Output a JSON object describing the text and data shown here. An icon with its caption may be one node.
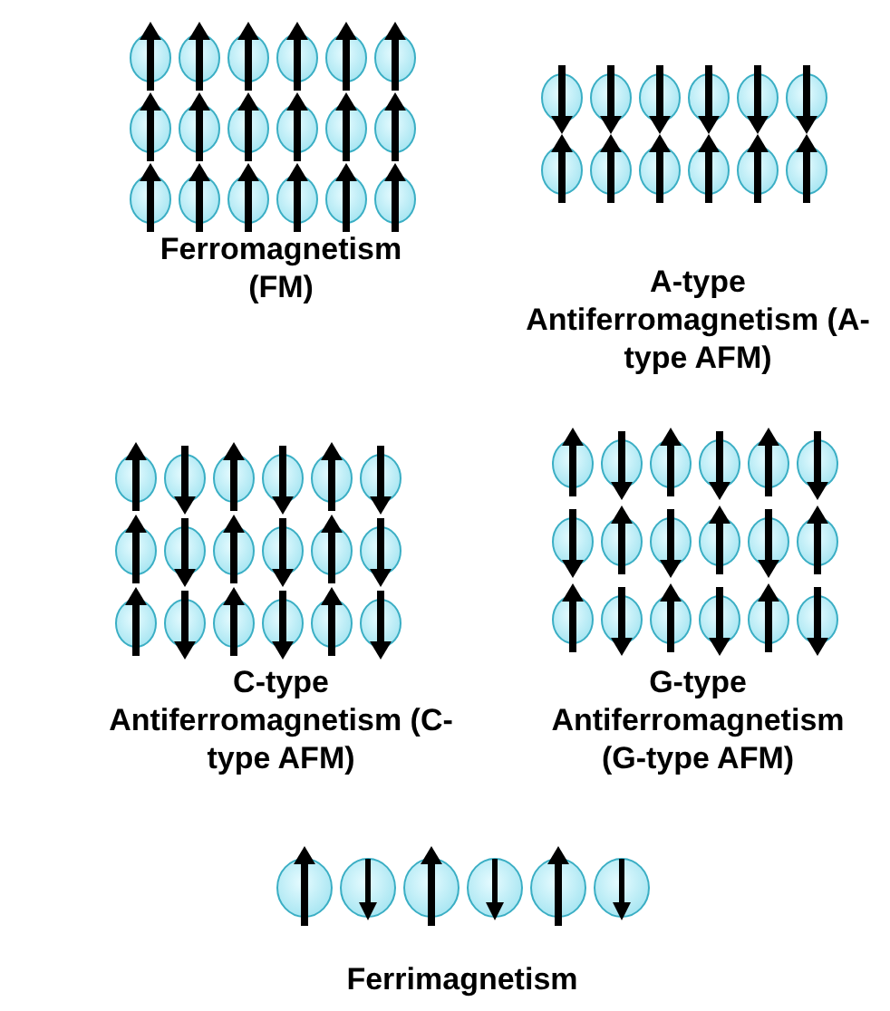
{
  "diagram": {
    "labels": [
      "Ferromagnetism (FM)",
      "A-type Antiferromagnetism (A-type AFM)",
      "C-type Antiferromagnetism (C-type AFM)",
      "G-type Antiferromagnetism (G-type AFM)",
      "Ferrimagnetism"
    ]
  }
}
